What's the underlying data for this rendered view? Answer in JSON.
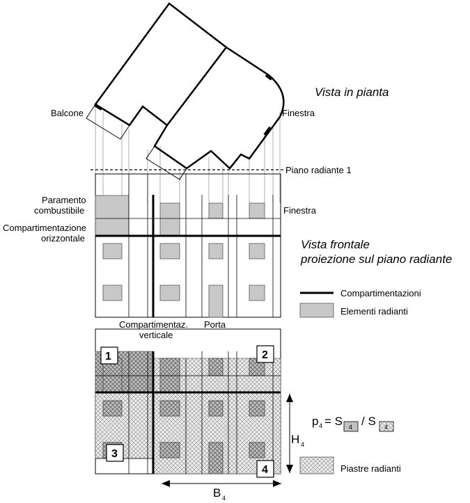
{
  "titles": {
    "plan_view": "Vista in pianta",
    "front_view_line1": "Vista frontale",
    "front_view_line2": "proiezione sul piano radiante"
  },
  "labels": {
    "balcone": "Balcone",
    "finestra_plan": "Finestra",
    "piano_radiante": "Piano radiante 1",
    "paramento_1": "Paramento",
    "paramento_2": "combustibile",
    "finestra_front": "Finestra",
    "comp_orizz_1": "Compartimentazione",
    "comp_orizz_2": "orizzontale",
    "comp_vert_1": "Compartimentaz.",
    "comp_vert_2": "verticale",
    "porta": "Porta"
  },
  "legend": {
    "compartimentazioni": "Compartimentazioni",
    "elementi_radianti": "Elementi radianti",
    "piastre_radianti": "Piastre radianti"
  },
  "formula": {
    "p": "p",
    "sub": "4",
    "eq": "= S",
    "slash": "/ S",
    "box1": "4",
    "box2": "4"
  },
  "dimensions": {
    "h": "H",
    "h_sub": "4",
    "b": "B",
    "b_sub": "4"
  },
  "zones": [
    "1",
    "2",
    "3",
    "4"
  ],
  "colors": {
    "radiant_fill": "#c8c8c8",
    "plate_fill": "#e4e4e4",
    "line": "#000000"
  }
}
